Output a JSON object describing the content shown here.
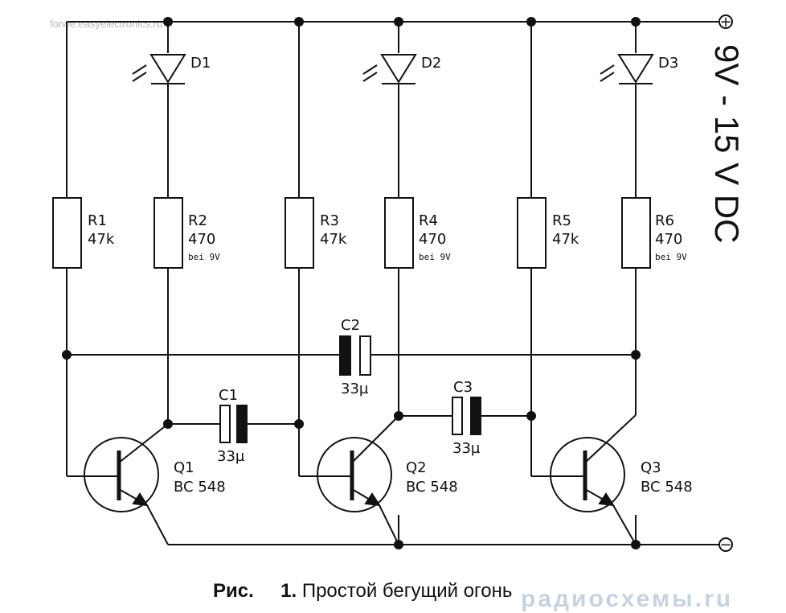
{
  "watermark_top": "forwe.easyelectronics.ru",
  "watermark_bottom": "радиосхемы.ru",
  "supply_label": "9V - 15 V DC",
  "terminal_plus": "+",
  "terminal_minus": "−",
  "leds": [
    {
      "ref": "D1"
    },
    {
      "ref": "D2"
    },
    {
      "ref": "D3"
    }
  ],
  "resistors": [
    {
      "ref": "R1",
      "value": "47k",
      "note": ""
    },
    {
      "ref": "R2",
      "value": "470",
      "note": "bei 9V"
    },
    {
      "ref": "R3",
      "value": "47k",
      "note": ""
    },
    {
      "ref": "R4",
      "value": "470",
      "note": "bei 9V"
    },
    {
      "ref": "R5",
      "value": "47k",
      "note": ""
    },
    {
      "ref": "R6",
      "value": "470",
      "note": "bei 9V"
    }
  ],
  "capacitors": [
    {
      "ref": "C1",
      "value": "33µ"
    },
    {
      "ref": "C2",
      "value": "33µ"
    },
    {
      "ref": "C3",
      "value": "33µ"
    }
  ],
  "transistors": [
    {
      "ref": "Q1",
      "type": "BC 548"
    },
    {
      "ref": "Q2",
      "type": "BC 548"
    },
    {
      "ref": "Q3",
      "type": "BC 548"
    }
  ],
  "caption": {
    "prefix": "Рис.",
    "number": "1.",
    "text": "Простой бегущий огонь"
  }
}
